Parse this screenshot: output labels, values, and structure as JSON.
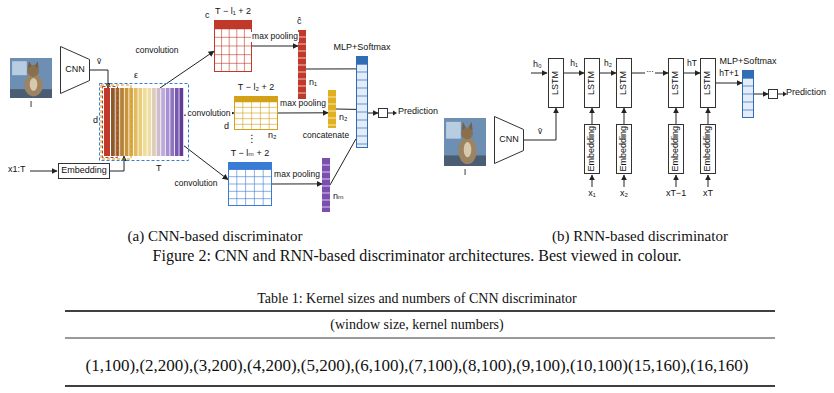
{
  "diagram": {
    "caption": "Figure 2: CNN and RNN-based discriminator architectures. Best viewed in colour.",
    "nodes": [
      {
        "text": [
          "I"
        ]
      },
      {
        "text": [
          "CNN"
        ]
      },
      {
        "text": [
          "Embedding",
          "x1:T"
        ]
      },
      {
        "text": [
          "ε",
          "d",
          "T"
        ]
      },
      {
        "text": [
          "T − l₁ + 2",
          "c"
        ]
      },
      {
        "text": [
          "ĉ",
          "n₁"
        ]
      },
      {
        "text": [
          "T − l₂ + 2",
          "n₂"
        ]
      },
      {
        "text": [
          "n₂"
        ]
      },
      {
        "text": [
          "T − lₘ + 2"
        ]
      },
      {
        "text": [
          "nₘ"
        ]
      },
      {
        "text": [
          "MLP+Softmax"
        ]
      },
      {
        "text": [
          "Prediction"
        ]
      },
      {
        "text": [
          "I"
        ]
      },
      {
        "text": [
          "CNN"
        ]
      },
      {
        "text": [
          "LSTM"
        ]
      },
      {
        "text": [
          "LSTM"
        ]
      },
      {
        "text": [
          "LSTM"
        ]
      },
      {
        "text": [
          "LSTM"
        ]
      },
      {
        "text": [
          "LSTM"
        ]
      },
      {
        "text": [
          "Embedding",
          "x₁"
        ]
      },
      {
        "text": [
          "Embedding",
          "x₂"
        ]
      },
      {
        "text": [
          "Embedding",
          "xT−1"
        ]
      },
      {
        "text": [
          "Embedding",
          "xT"
        ]
      },
      {
        "text": [
          "MLP+Softmax"
        ]
      },
      {
        "text": [
          "Prediction"
        ]
      }
    ],
    "edges": [
      {
        "from": 1,
        "to": 3,
        "arrow": "to",
        "label": "v̄"
      },
      {
        "from": 2,
        "to": 3,
        "arrow": "to"
      },
      {
        "from": 3,
        "to": 4,
        "arrow": "to",
        "label": "convolution"
      },
      {
        "from": 3,
        "to": 6,
        "arrow": "to",
        "label": "convolution"
      },
      {
        "from": 3,
        "to": 8,
        "arrow": "to",
        "label": "convolution"
      },
      {
        "from": 4,
        "to": 5,
        "arrow": "to",
        "label": "max pooling"
      },
      {
        "from": 6,
        "to": 7,
        "arrow": "to",
        "label": "max pooling"
      },
      {
        "from": 8,
        "to": 9,
        "arrow": "to",
        "label": "max pooling"
      },
      {
        "from": 5,
        "to": 10,
        "arrow": "none"
      },
      {
        "from": 7,
        "to": 10,
        "arrow": "none",
        "label": "concatenate"
      },
      {
        "from": 9,
        "to": 10,
        "arrow": "none"
      },
      {
        "from": 10,
        "to": 11,
        "arrow": "to"
      },
      {
        "from": 13,
        "to": 14,
        "arrow": "to",
        "label": "v̄"
      },
      {
        "from": 14,
        "to": 15,
        "arrow": "to",
        "label": "h₁"
      },
      {
        "from": 15,
        "to": 16,
        "arrow": "to",
        "label": "h₂"
      },
      {
        "from": 16,
        "to": 17,
        "arrow": "to",
        "label": "..."
      },
      {
        "from": 17,
        "to": 18,
        "arrow": "to",
        "label": "hT"
      },
      {
        "from": 18,
        "to": 23,
        "arrow": "to",
        "label": "hT+1"
      },
      {
        "from": 23,
        "to": 24,
        "arrow": "to"
      },
      {
        "from": 19,
        "to": 15,
        "arrow": "to"
      },
      {
        "from": 20,
        "to": 16,
        "arrow": "to"
      },
      {
        "from": 21,
        "to": 17,
        "arrow": "to"
      },
      {
        "from": 22,
        "to": 18,
        "arrow": "to"
      }
    ],
    "labels": [
      "d",
      "⋮",
      "(a) CNN-based discriminator",
      "(b) RNN-based discriminator",
      "h₀",
      "Table 1: Kernel sizes and numbers of CNN discriminator",
      "(window size, kernel numbers)",
      "(1,100),(2,200),(3,200),(4,200),(5,200),(6,100),(7,100),(8,100),(9,100),(10,100)(15,160),(16,160)"
    ]
  }
}
